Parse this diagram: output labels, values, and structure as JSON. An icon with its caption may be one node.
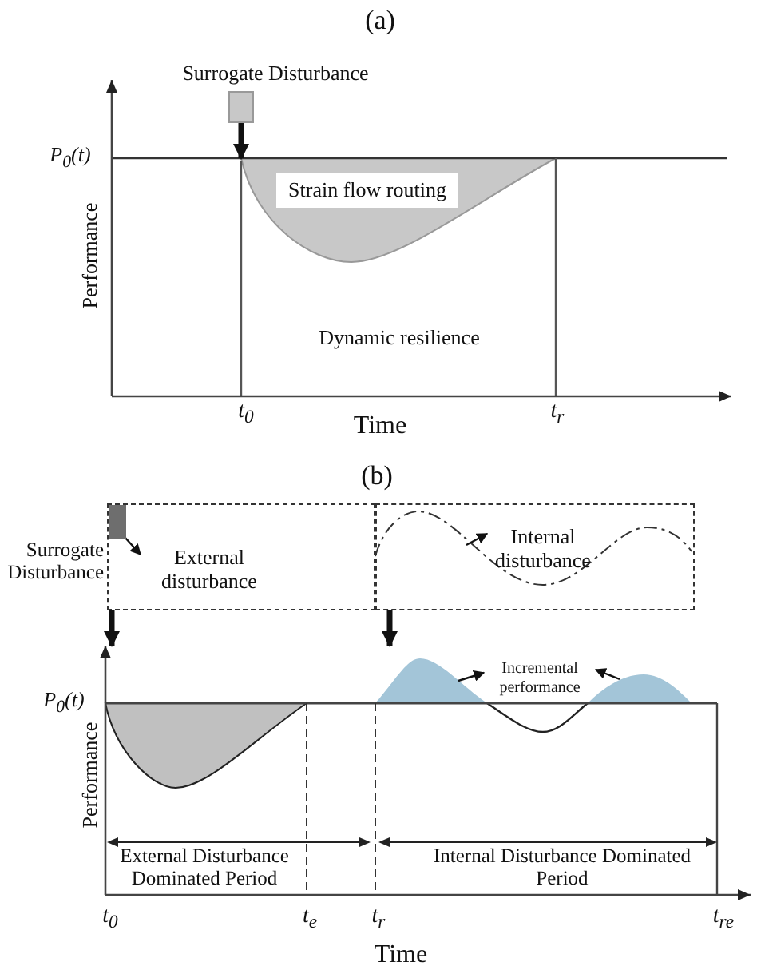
{
  "diagram": {
    "nodes": [
      {
        "text": [
          "Surrogate Disturbance"
        ]
      },
      {
        "text": [
          "Strain flow routing"
        ]
      },
      {
        "text": [],
        "shape": "box"
      },
      {
        "text": [],
        "shape": "box",
        "in": 2,
        "beside": [
          "Surrogate Disturbance"
        ]
      },
      {
        "text": [
          "External disturbance"
        ],
        "in": 2
      },
      {
        "text": [],
        "shape": "box"
      },
      {
        "text": [
          "Internal disturbance"
        ],
        "in": 5
      },
      {
        "text": [
          "Incremental performance"
        ]
      }
    ],
    "edges": [
      {
        "from": 0,
        "to": null,
        "arrow": "to",
        "style": "thick"
      },
      {
        "from": 3,
        "to": 4,
        "arrow": "to"
      },
      {
        "from": null,
        "to": 6,
        "arrow": "to"
      },
      {
        "from": 2,
        "to": null,
        "arrow": "to",
        "style": "thick"
      },
      {
        "from": 5,
        "to": null,
        "arrow": "to",
        "style": "thick"
      },
      {
        "from": null,
        "to": 7,
        "arrow": "to"
      },
      {
        "from": null,
        "to": 7,
        "arrow": "to"
      }
    ],
    "labels": [
      "(a)",
      "P$_{0}$(t)",
      "Performance",
      "Dynamic resilience",
      "t$_{0}$",
      "t$_{r}$",
      "Time",
      "(b)",
      "P$_{0}$(t)",
      "Performance",
      "External Disturbance Dominated Period",
      "Internal Disturbance Dominated Period",
      "t$_{0}$",
      "t$_{e}$",
      "t$_{r}$",
      "t$_{re}$",
      "Time"
    ]
  }
}
